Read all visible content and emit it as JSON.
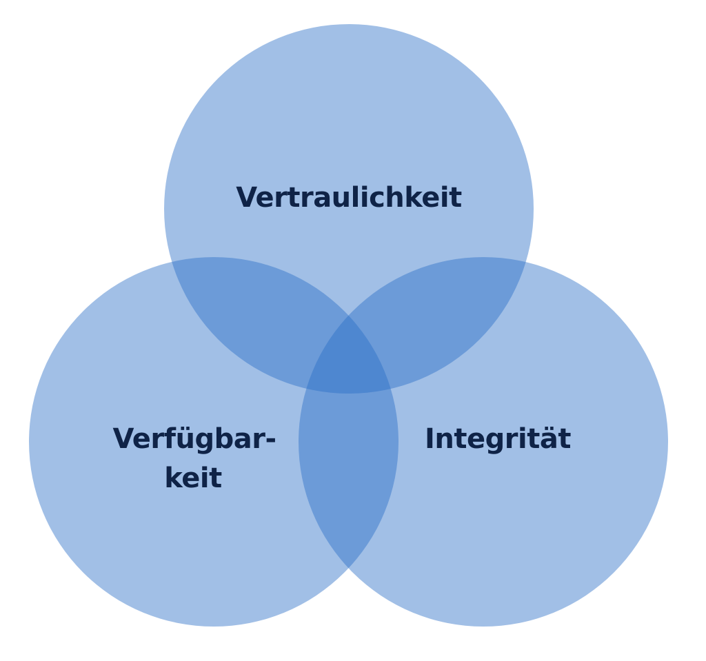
{
  "diagram": {
    "type": "venn",
    "sets": [
      {
        "id": "top",
        "label": "Vertraulichkeit"
      },
      {
        "id": "left",
        "label_line1": "Verfügbar-",
        "label_line2": "keit"
      },
      {
        "id": "right",
        "label": "Integrität"
      }
    ],
    "colors": {
      "circle_fill": "#286ec6",
      "text": "#0f2347",
      "background": "#ffffff"
    }
  }
}
